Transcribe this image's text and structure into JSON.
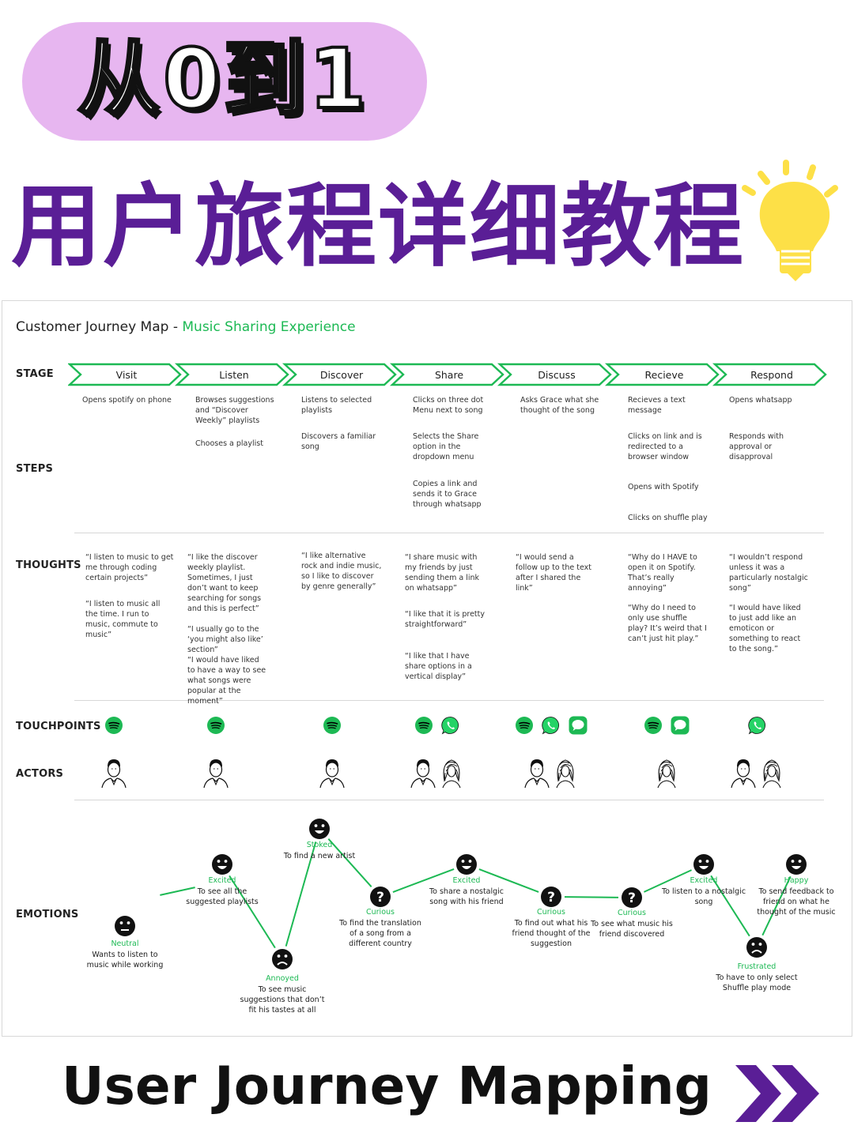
{
  "header": {
    "badge": "从0到1",
    "headline": "用户旅程详细教程"
  },
  "map": {
    "title_prefix": "Customer Journey Map - ",
    "title_highlight": "Music Sharing Experience",
    "row_labels": [
      "STAGE",
      "STEPS",
      "THOUGHTS",
      "TOUCHPOINTS",
      "ACTORS",
      "EMOTIONS"
    ],
    "stages": [
      "Visit",
      "Listen",
      "Discover",
      "Share",
      "Discuss",
      "Recieve",
      "Respond"
    ],
    "steps": [
      [
        "Opens spotify on phone"
      ],
      [
        "Browses suggestions and “Discover Weekly” playlists",
        "Chooses a playlist"
      ],
      [
        "Listens to selected playlists",
        "Discovers a familiar song"
      ],
      [
        "Clicks on three dot Menu next to song",
        "Selects the Share option in the dropdown menu",
        "Copies a link and sends it to Grace through whatsapp"
      ],
      [
        "Asks Grace what she thought of the song"
      ],
      [
        "Recieves a text message",
        "Clicks on link and is redirected to a browser window",
        "Opens with Spotify",
        "Clicks on shuffle play"
      ],
      [
        "Opens whatsapp",
        "Responds with approval or disapproval"
      ]
    ],
    "thoughts": [
      [
        "“I  listen to music to get me through coding certain projects”",
        "“I  listen to music all the time. I run to music, commute to music”"
      ],
      [
        "“I like the discover weekly playlist. Sometimes, I just don’t want to keep searching for songs and this is perfect”",
        "“I usually go to the ‘you might also like’ section”",
        "“I would have liked to have a way to see what songs were popular at the moment”"
      ],
      [
        "“I like alternative rock and indie music, so I like to discover by genre generally”"
      ],
      [
        "“I share music with my friends by just sending them a link on whatsapp”",
        "“I like that it is pretty straightforward”",
        "“I like that I have share options in a vertical display”"
      ],
      [
        "“I would send a follow up to the text after I shared the link”"
      ],
      [
        "“Why do I HAVE to open it on Spotify. That’s really annoying”",
        "“Why do I need to only use shuffle play? It’s weird that I can’t just hit play.”"
      ],
      [
        "“I wouldn’t respond unless it was a particularly nostalgic song”",
        "“I would have liked to just add like an emoticon or something to react to the song.”"
      ]
    ],
    "touchpoints": [
      [
        "spotify-icon"
      ],
      [
        "spotify-icon"
      ],
      [
        "spotify-icon"
      ],
      [
        "spotify-icon",
        "whatsapp-icon"
      ],
      [
        "spotify-icon",
        "whatsapp-icon",
        "message-icon"
      ],
      [
        "spotify-icon",
        "message-icon"
      ],
      [
        "whatsapp-icon"
      ]
    ],
    "actors": [
      [
        "man-avatar"
      ],
      [
        "man-avatar"
      ],
      [
        "man-avatar"
      ],
      [
        "man-avatar",
        "woman-avatar"
      ],
      [
        "man-avatar",
        "woman-avatar"
      ],
      [
        "woman-avatar"
      ],
      [
        "man-avatar",
        "woman-avatar"
      ]
    ],
    "emotions": [
      {
        "face": "neutral",
        "label": "Neutral",
        "desc": "Wants to listen to music while working"
      },
      {
        "face": "happy",
        "label": "Excited",
        "desc": "To see all the suggested playlists"
      },
      {
        "face": "sad",
        "label": "Annoyed",
        "desc": "To see music suggestions that don’t fit his tastes at all"
      },
      {
        "face": "happy",
        "label": "Stoked",
        "desc": "To find a new artist"
      },
      {
        "face": "question",
        "label": "Curious",
        "desc": "To find the translation of a song from a different country"
      },
      {
        "face": "happy",
        "label": "Excited",
        "desc": "To share a nostalgic song with his friend"
      },
      {
        "face": "question",
        "label": "Curious",
        "desc": "To find out what his friend thought of the suggestion"
      },
      {
        "face": "question",
        "label": "Curious",
        "desc": "To see what music his friend discovered"
      },
      {
        "face": "happy",
        "label": "Excited",
        "desc": "To listen to a nostalgic song"
      },
      {
        "face": "sad",
        "label": "Frustrated",
        "desc": "To have to only select Shuffle play mode"
      },
      {
        "face": "happy",
        "label": "Happy",
        "desc": "To send feedback to friend on what he thought of the music"
      }
    ]
  },
  "footer": {
    "text": "User  Journey Mapping"
  },
  "colors": {
    "purple": "#5a1e96",
    "pink": "#e7b6f0",
    "green": "#1db954",
    "yellow": "#fde047"
  }
}
